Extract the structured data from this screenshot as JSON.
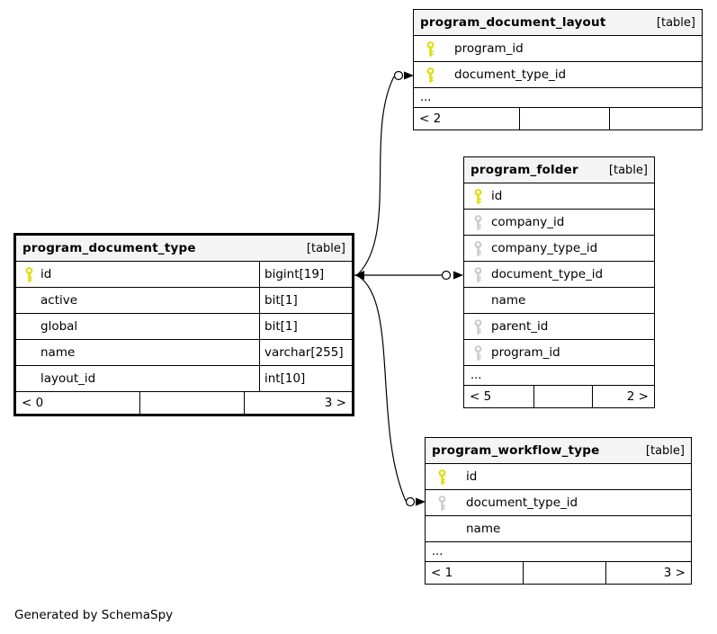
{
  "credit": "Generated by SchemaSpy",
  "colors": {
    "primary_key": "#dcdc00",
    "foreign_key": "#c9c9c9",
    "header_bg": "#f4f4f4",
    "border": "#000000"
  },
  "tables": [
    {
      "name": "program_document_layout",
      "badge": "[table]",
      "columns": [
        {
          "name": "program_id",
          "key": "pk"
        },
        {
          "name": "document_type_id",
          "key": "pk"
        }
      ],
      "more": "...",
      "stats": {
        "in": "< 2",
        "mid": "",
        "out": ""
      }
    },
    {
      "name": "program_folder",
      "badge": "[table]",
      "columns": [
        {
          "name": "id",
          "key": "pk"
        },
        {
          "name": "company_id",
          "key": "fk"
        },
        {
          "name": "company_type_id",
          "key": "fk"
        },
        {
          "name": "document_type_id",
          "key": "fk"
        },
        {
          "name": "name",
          "key": ""
        },
        {
          "name": "parent_id",
          "key": "fk"
        },
        {
          "name": "program_id",
          "key": "fk"
        }
      ],
      "more": "...",
      "stats": {
        "in": "< 5",
        "mid": "",
        "out": "2 >"
      }
    },
    {
      "name": "program_document_type",
      "badge": "[table]",
      "columns": [
        {
          "name": "id",
          "key": "pk",
          "type": "bigint[19]"
        },
        {
          "name": "active",
          "key": "",
          "type": "bit[1]"
        },
        {
          "name": "global",
          "key": "",
          "type": "bit[1]"
        },
        {
          "name": "name",
          "key": "",
          "type": "varchar[255]"
        },
        {
          "name": "layout_id",
          "key": "",
          "type": "int[10]"
        }
      ],
      "stats": {
        "in": "< 0",
        "mid": "",
        "out": "3 >"
      }
    },
    {
      "name": "program_workflow_type",
      "badge": "[table]",
      "columns": [
        {
          "name": "id",
          "key": "pk"
        },
        {
          "name": "document_type_id",
          "key": "fk"
        },
        {
          "name": "name",
          "key": ""
        }
      ],
      "more": "...",
      "stats": {
        "in": "< 1",
        "mid": "",
        "out": "3 >"
      }
    }
  ],
  "relationships": [
    {
      "from": "program_document_type.id",
      "to": "program_document_layout.document_type_id"
    },
    {
      "from": "program_document_type.id",
      "to": "program_folder.document_type_id"
    },
    {
      "from": "program_document_type.id",
      "to": "program_workflow_type.document_type_id"
    }
  ]
}
